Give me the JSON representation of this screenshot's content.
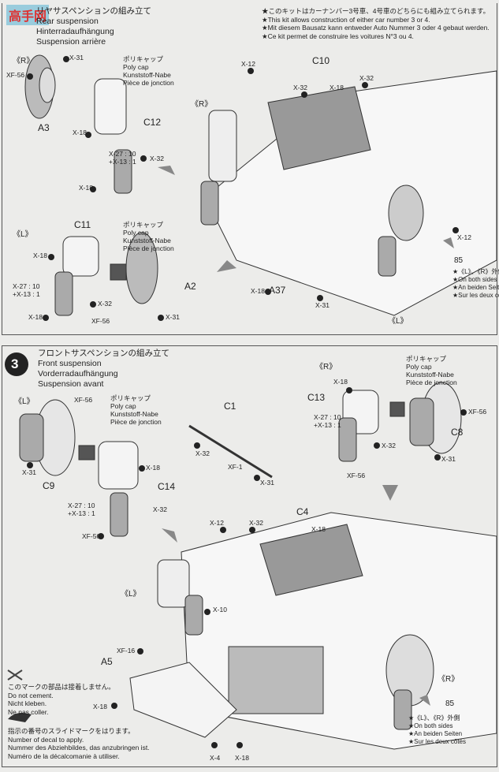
{
  "step2": {
    "title_jp": "リヤサスペンションの組み立て",
    "title_en": "Rear suspension",
    "title_de": "Hinterradaufhängung",
    "title_fr": "Suspension arrière",
    "note_jp": "★このキットはカーナンバー3号車、4号車のどちらにも組み立てられます。",
    "note_en": "★This kit allows construction of either car number 3 or 4.",
    "note_de": "★Mit diesem Bausatz kann entweder Auto Nummer 3 oder 4 gebaut werden.",
    "note_fr": "★Ce kit permet de construire les voitures N°3 ou 4.",
    "right_side": "《R》",
    "left_side": "《L》",
    "polycap": {
      "jp": "ポリキャップ",
      "en": "Poly cap",
      "de": "Kunststoff-Nabe",
      "fr": "Pièce de jonction"
    },
    "labels": [
      "X-31",
      "XF-56",
      "A3",
      "C12",
      "X-18",
      "X-27 : 10\n+X-13 : 1",
      "X-32",
      "X-18",
      "C11",
      "X-18",
      "X-27 : 10\n+X-13 : 1",
      "X-32",
      "A2",
      "X-18",
      "XF-56",
      "X-31",
      "X-12",
      "C10",
      "X-32",
      "X-18",
      "X-32",
      "《R》",
      "X-12",
      "X-18",
      "A37",
      "X-31",
      "《L》"
    ],
    "decal": "85",
    "both_sides": {
      "jp": "★《L》、《R》外側",
      "en": "★On both sides",
      "de": "★An beiden Seiten",
      "fr": "★Sur les deux côtés"
    }
  },
  "step3": {
    "number": "3",
    "title_jp": "フロントサスペンションの組み立て",
    "title_en": "Front suspension",
    "title_de": "Vorderradaufhängung",
    "title_fr": "Suspension avant",
    "right_side": "《R》",
    "left_side": "《L》",
    "polycap": {
      "jp": "ポリキャップ",
      "en": "Poly cap",
      "de": "Kunststoff-Nabe",
      "fr": "Pièce de jonction"
    },
    "labels": [
      "C13",
      "X-18",
      "X-27 : 10\n+X-13 : 1",
      "X-32",
      "C8",
      "XF-56",
      "X-31",
      "XF-56",
      "XF-56",
      "C1",
      "X-32",
      "XF-1",
      "X-31",
      "X-18",
      "C14",
      "X-31",
      "C9",
      "X-27 : 10\n+X-13 : 1",
      "X-32",
      "XF-56",
      "X-12",
      "X-32",
      "C4",
      "X-18",
      "《L》",
      "X-10",
      "XF-16",
      "A5",
      "X-18",
      "X-4",
      "X-18",
      "《R》"
    ],
    "decal": "85",
    "both_sides": {
      "jp": "★《L》、《R》外側",
      "en": "★On both sides",
      "de": "★An beiden Seiten",
      "fr": "★Sur les deux côtés"
    }
  },
  "legend": {
    "no_cement": {
      "jp": "このマークの部品は接着しません。",
      "en": "Do not cement.",
      "de": "Nicht kleben.",
      "fr": "Ne pas coller."
    },
    "decal": {
      "jp": "指示の番号のスライドマークをはります。",
      "en": "Number of decal to apply.",
      "de": "Nummer des Abziehbildes, das anzubringen ist.",
      "fr": "Numéro de la décalcomanie à utiliser."
    }
  },
  "watermark": "高手网"
}
